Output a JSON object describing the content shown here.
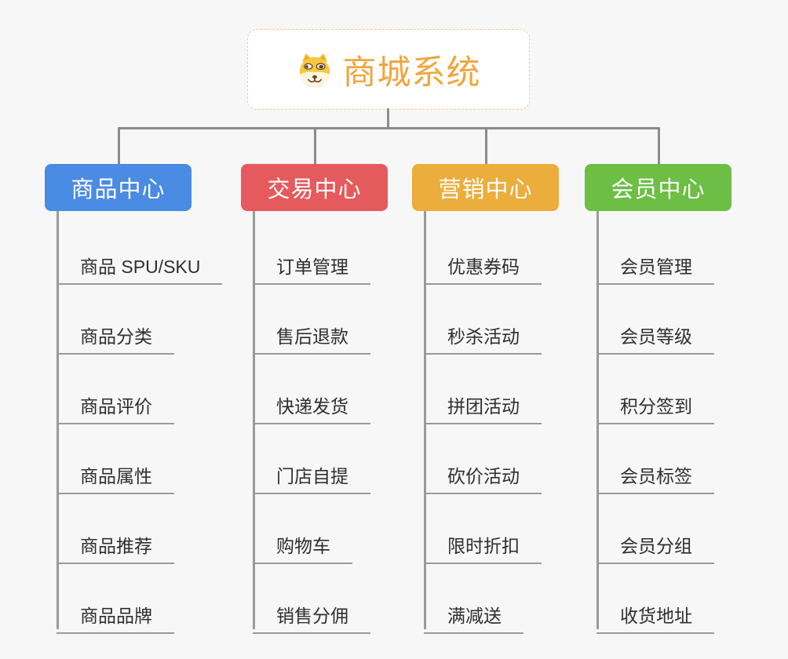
{
  "root": {
    "label": "商城系统",
    "icon": "doge-icon",
    "text_color": "#f0a63e",
    "border_color": "#f2cd92"
  },
  "branches": [
    {
      "label": "商品中心",
      "color": "#4a8be4",
      "items": [
        "商品 SPU/SKU",
        "商品分类",
        "商品评价",
        "商品属性",
        "商品推荐",
        "商品品牌"
      ]
    },
    {
      "label": "交易中心",
      "color": "#e55a5c",
      "items": [
        "订单管理",
        "售后退款",
        "快递发货",
        "门店自提",
        "购物车",
        "销售分佣"
      ]
    },
    {
      "label": "营销中心",
      "color": "#ebad3c",
      "items": [
        "优惠券码",
        "秒杀活动",
        "拼团活动",
        "砍价活动",
        "限时折扣",
        "满减送"
      ]
    },
    {
      "label": "会员中心",
      "color": "#6dbe44",
      "items": [
        "会员管理",
        "会员等级",
        "积分签到",
        "会员标签",
        "会员分组",
        "收货地址"
      ]
    }
  ],
  "colors": {
    "background": "#f7f7f7",
    "connector": "#8b8b8b",
    "leaf_line": "#9a9a9a",
    "leaf_text": "#2f2f2f"
  }
}
